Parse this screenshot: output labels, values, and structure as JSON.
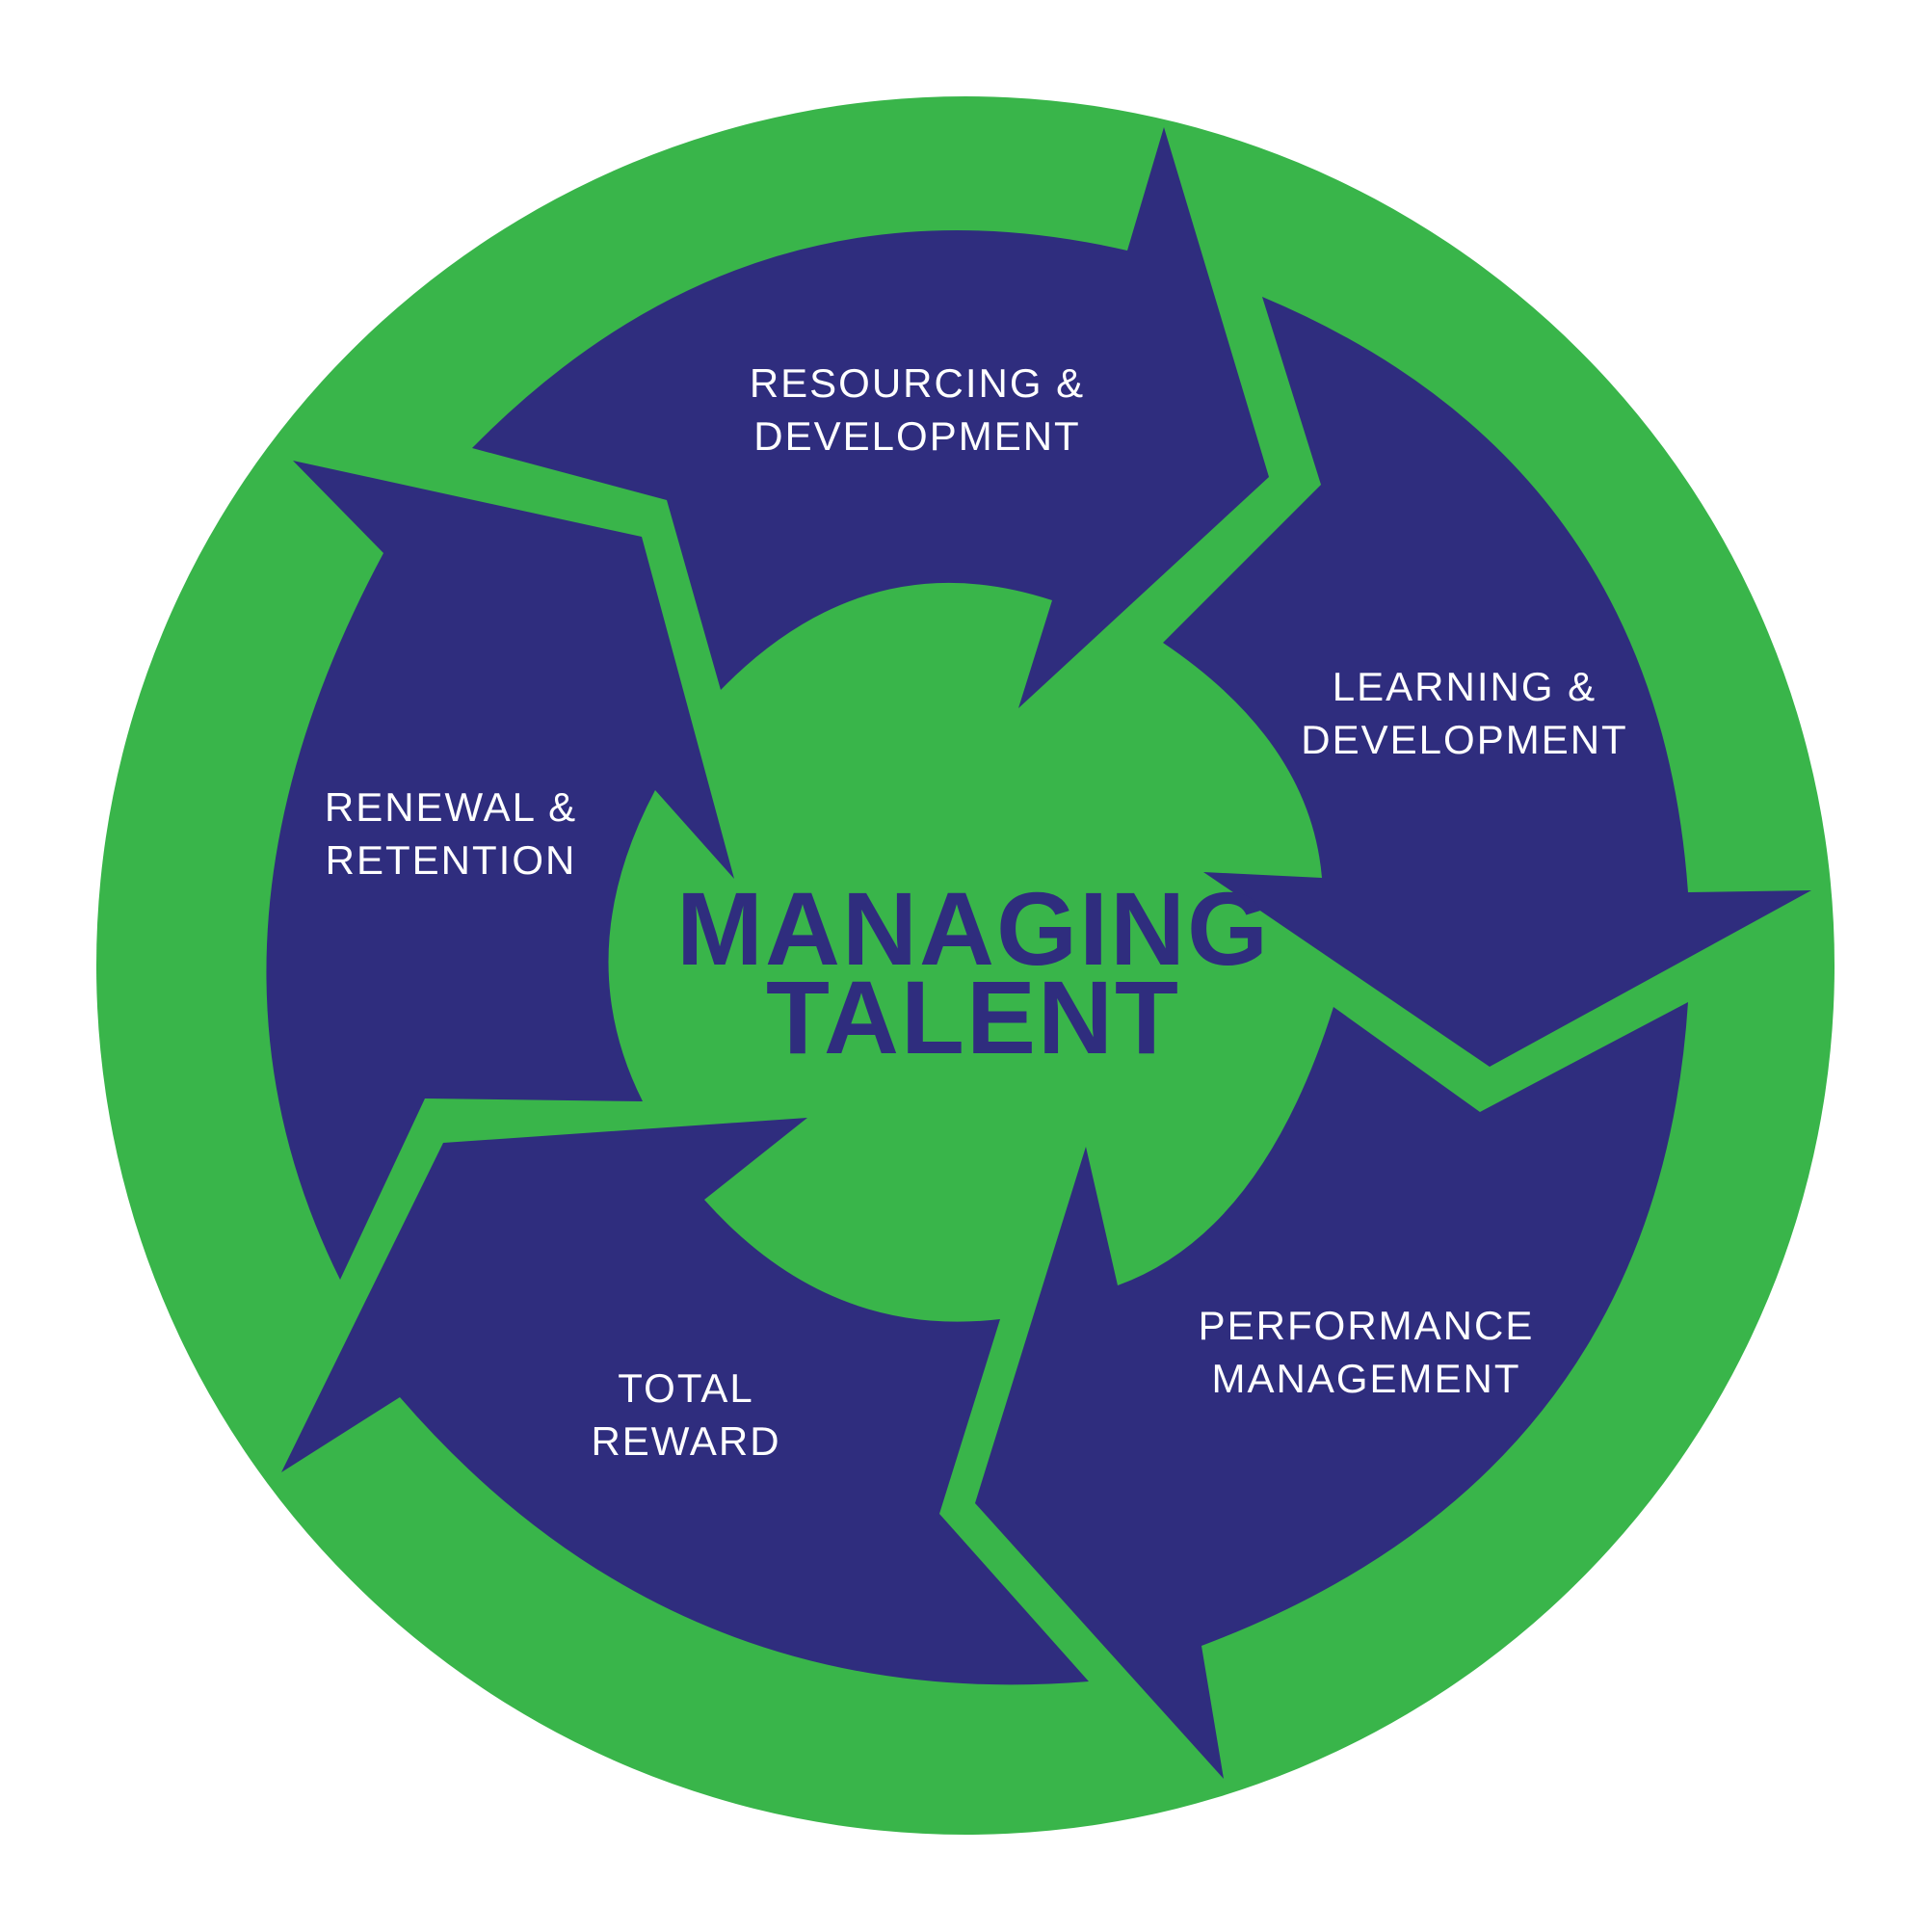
{
  "colors": {
    "ring": "#39b54a",
    "segment": "#2f2d7e",
    "segment_text": "#ffffff",
    "center_text": "#2f2d7e",
    "background": "#ffffff"
  },
  "center": {
    "line1": "MANAGING",
    "line2": "TALENT"
  },
  "segments": [
    {
      "line1": "RESOURCING &",
      "line2": "DEVELOPMENT"
    },
    {
      "line1": "LEARNING &",
      "line2": "DEVELOPMENT"
    },
    {
      "line1": "PERFORMANCE",
      "line2": "MANAGEMENT"
    },
    {
      "line1": "TOTAL",
      "line2": "REWARD"
    },
    {
      "line1": "RENEWAL &",
      "line2": "RETENTION"
    }
  ]
}
